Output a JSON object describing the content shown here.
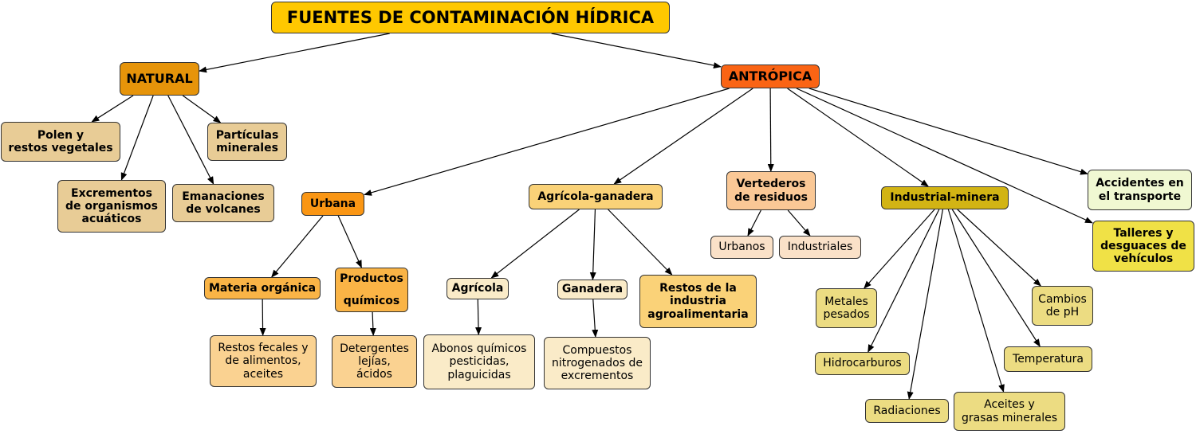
{
  "colors": {
    "title": "#ffc800",
    "natural": "#e6940a",
    "natural_leaf": "#e8cc96",
    "antropica": "#fa6414",
    "urbana": "#fa9614",
    "urbana_mid": "#fab446",
    "urbana_leaf": "#fad291",
    "agricola": "#fad278",
    "agricola_leaf": "#faebc8",
    "vertederos": "#fac896",
    "vertederos_leaf": "#fae1c8",
    "industrial": "#d2b414",
    "industrial_leaf": "#ecdc82",
    "accidentes": "#f0f8d2",
    "talleres": "#f0e146",
    "edge": "#000000"
  },
  "nodes": {
    "title": "FUENTES DE CONTAMINACIÓN HÍDRICA",
    "natural": "NATURAL",
    "polen": "Polen y\nrestos vegetales",
    "particulas": "Partículas\nminerales",
    "excrementos": "Excrementos\nde organismos\nacuáticos",
    "emanaciones": "Emanaciones\nde volcanes",
    "antropica": "ANTRÓPICA",
    "urbana": "Urbana",
    "materia": "Materia orgánica",
    "productos": "Productos\n\nquímicos",
    "restos_fecales": "Restos fecales y\nde alimentos,\naceites",
    "detergentes": "Detergentes\nlejías,\nácidos",
    "agricola_ganadera": "Agrícola-ganadera",
    "agricola": "Agrícola",
    "ganadera": "Ganadera",
    "agroalimentaria": "Restos de la\nindustria\nagroalimentaria",
    "abonos": "Abonos químicos\npesticidas,\nplaguicidas",
    "compuestos": "Compuestos\nnitrogenados de\nexcrementos",
    "vertederos": "Vertederos\nde residuos",
    "urbanos": "Urbanos",
    "industriales": "Industriales",
    "industrial_minera": "Industrial-minera",
    "metales": "Metales\npesados",
    "hidrocarburos": "Hidrocarburos",
    "radiaciones": "Radiaciones",
    "aceites": "Aceites y\ngrasas minerales",
    "temperatura": "Temperatura",
    "cambios_ph": "Cambios\nde pH",
    "accidentes": "Accidentes en\nel transporte",
    "talleres": "Talleres y\ndesguaces de\nvehículos"
  },
  "edges": [
    [
      "title",
      "natural"
    ],
    [
      "title",
      "antropica"
    ],
    [
      "natural",
      "polen"
    ],
    [
      "natural",
      "excrementos"
    ],
    [
      "natural",
      "emanaciones"
    ],
    [
      "natural",
      "particulas"
    ],
    [
      "antropica",
      "urbana"
    ],
    [
      "antropica",
      "agricola_ganadera"
    ],
    [
      "antropica",
      "vertederos"
    ],
    [
      "antropica",
      "industrial_minera"
    ],
    [
      "antropica",
      "accidentes"
    ],
    [
      "antropica",
      "talleres"
    ],
    [
      "urbana",
      "materia"
    ],
    [
      "urbana",
      "productos"
    ],
    [
      "materia",
      "restos_fecales"
    ],
    [
      "productos",
      "detergentes"
    ],
    [
      "agricola_ganadera",
      "agricola"
    ],
    [
      "agricola_ganadera",
      "ganadera"
    ],
    [
      "agricola_ganadera",
      "agroalimentaria"
    ],
    [
      "agricola",
      "abonos"
    ],
    [
      "ganadera",
      "compuestos"
    ],
    [
      "vertederos",
      "urbanos"
    ],
    [
      "vertederos",
      "industriales"
    ],
    [
      "industrial_minera",
      "metales"
    ],
    [
      "industrial_minera",
      "hidrocarburos"
    ],
    [
      "industrial_minera",
      "radiaciones"
    ],
    [
      "industrial_minera",
      "aceites"
    ],
    [
      "industrial_minera",
      "temperatura"
    ],
    [
      "industrial_minera",
      "cambios_ph"
    ]
  ]
}
